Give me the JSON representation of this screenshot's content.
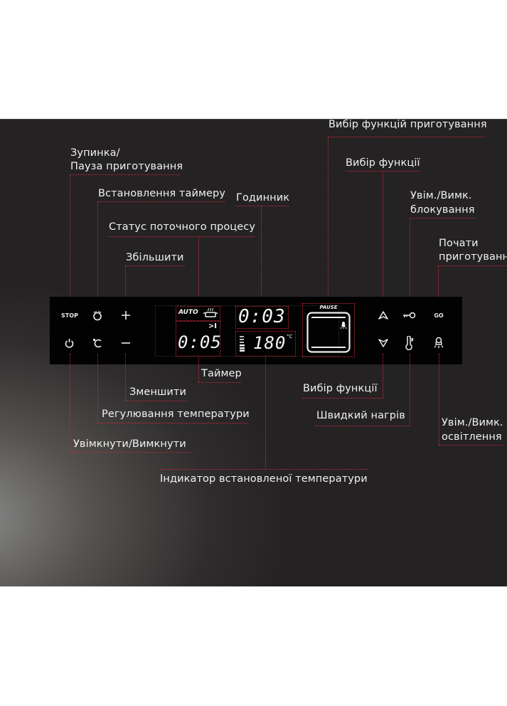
{
  "labels": {
    "stop_pause": [
      "Зупинка/",
      "Пауза приготування"
    ],
    "timer_set": "Встановлення таймеру",
    "clock": "Годинник",
    "process_status": "Статус поточного процесу",
    "increase": "Збільшити",
    "cooking_functions": "Вибір функцій приготування",
    "function_select_top": "Вибір функції",
    "lock_toggle": [
      "Увім./Вимк.",
      "блокування"
    ],
    "start_cooking": [
      "Почати",
      "приготування"
    ],
    "timer": "Таймер",
    "decrease": "Зменшити",
    "temperature_adjust": "Регулювання температури",
    "power_toggle": "Увімкнути/Вимкнути",
    "set_temperature_indicator": "Індикатор встановленої температури",
    "function_select_bottom": "Вибір функції",
    "fast_heat": "Швидкий нагрів",
    "light_toggle": [
      "Увім./Вимк.",
      "освітлення"
    ]
  },
  "panel": {
    "stop_label": "STOP",
    "go_label": "GO",
    "icons": [
      "stop-button",
      "alarm-clock-icon",
      "plus-icon",
      "power-icon",
      "celsius-icon",
      "minus-icon",
      "up-arrow-icon",
      "key-lock-icon",
      "down-arrow-icon",
      "thermometer-icon",
      "lamp-icon"
    ]
  },
  "display": {
    "mode": "AUTO",
    "clock": "0:03",
    "timer": "0:05",
    "temperature": "180",
    "temperature_unit": "°C",
    "pause_label": "PAUSE"
  },
  "colors": {
    "annotation_line": "#c8283a",
    "panel": "#020202",
    "background": "#242223"
  }
}
